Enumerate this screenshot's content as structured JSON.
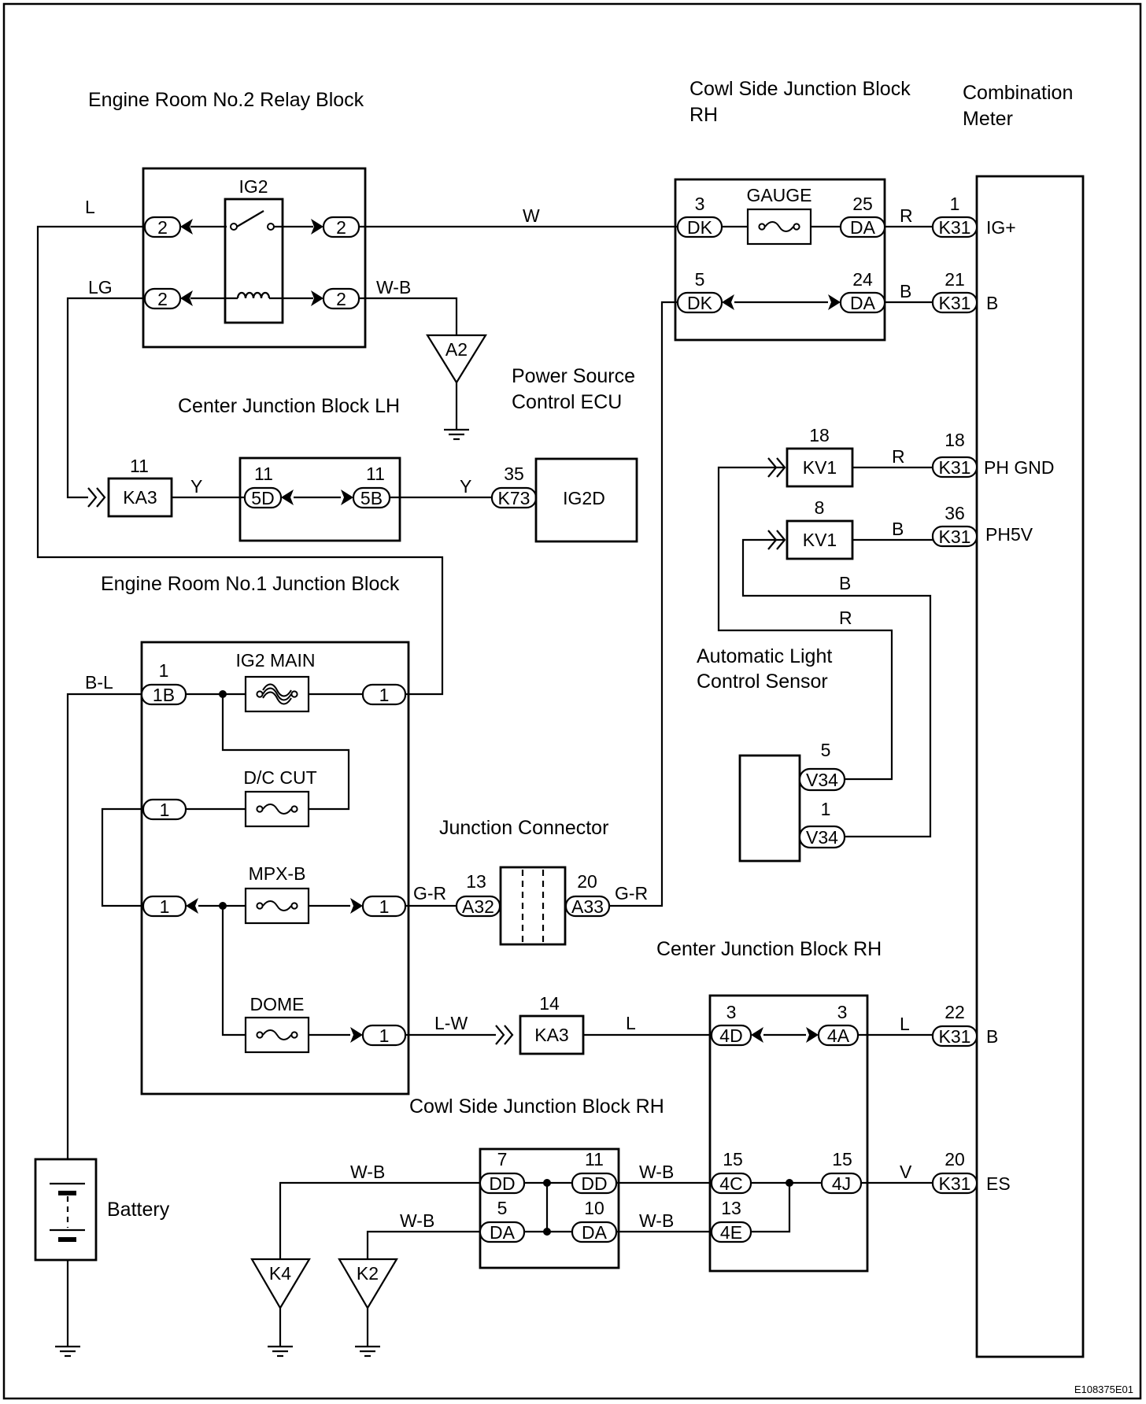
{
  "labels": {
    "engine_room_relay_block": "Engine Room No.2 Relay Block",
    "cowl_side_jb_top_line1": "Cowl Side Junction Block",
    "cowl_side_jb_top_line2": "RH",
    "combination_meter_line1": "Combination",
    "combination_meter_line2": "Meter",
    "power_source_ecu_line1": "Power Source",
    "power_source_ecu_line2": "Control ECU",
    "center_jb_lh": "Center Junction Block LH",
    "engine_room_jb1": "Engine Room No.1 Junction Block",
    "automatic_light_line1": "Automatic Light",
    "automatic_light_line2": "Control Sensor",
    "junction_connector": "Junction Connector",
    "center_jb_rh": "Center Junction Block RH",
    "cowl_side_jb_bottom": "Cowl Side Junction Block RH",
    "battery": "Battery",
    "diagram_code": "E108375E01"
  },
  "components": {
    "ig2": "IG2",
    "gauge": "GAUGE",
    "ig2_main": "IG2 MAIN",
    "dc_cut": "D/C CUT",
    "mpxb": "MPX-B",
    "dome": "DOME",
    "ig2d": "IG2D"
  },
  "wires": {
    "L": "L",
    "LG": "LG",
    "W": "W",
    "WB": "W-B",
    "R": "R",
    "B": "B",
    "Y": "Y",
    "BL": "B-L",
    "GR": "G-R",
    "LW": "L-W",
    "V": "V"
  },
  "meter_terminals": {
    "igp": "IG+",
    "b1": "B",
    "phgnd": "PH GND",
    "ph5v": "PH5V",
    "b2": "B",
    "es": "ES"
  },
  "connectors": {
    "2": "2",
    "1": "1",
    "1B": "1B",
    "DK": "DK",
    "DA": "DA",
    "DD": "DD",
    "K31": "K31",
    "KV1": "KV1",
    "KA3": "KA3",
    "5D": "5D",
    "5B": "5B",
    "K73": "K73",
    "A32": "A32",
    "A33": "A33",
    "V34": "V34",
    "4D": "4D",
    "4A": "4A",
    "4C": "4C",
    "4J": "4J",
    "4E": "4E",
    "A2": "A2",
    "K4": "K4",
    "K2": "K2"
  },
  "pins": {
    "p1": "1",
    "p3": "3",
    "p5": "5",
    "p7": "7",
    "p8": "8",
    "p10": "10",
    "p11": "11",
    "p13": "13",
    "p14": "14",
    "p15": "15",
    "p18": "18",
    "p20": "20",
    "p21": "21",
    "p22": "22",
    "p24": "24",
    "p25": "25",
    "p35": "35",
    "p36": "36"
  }
}
